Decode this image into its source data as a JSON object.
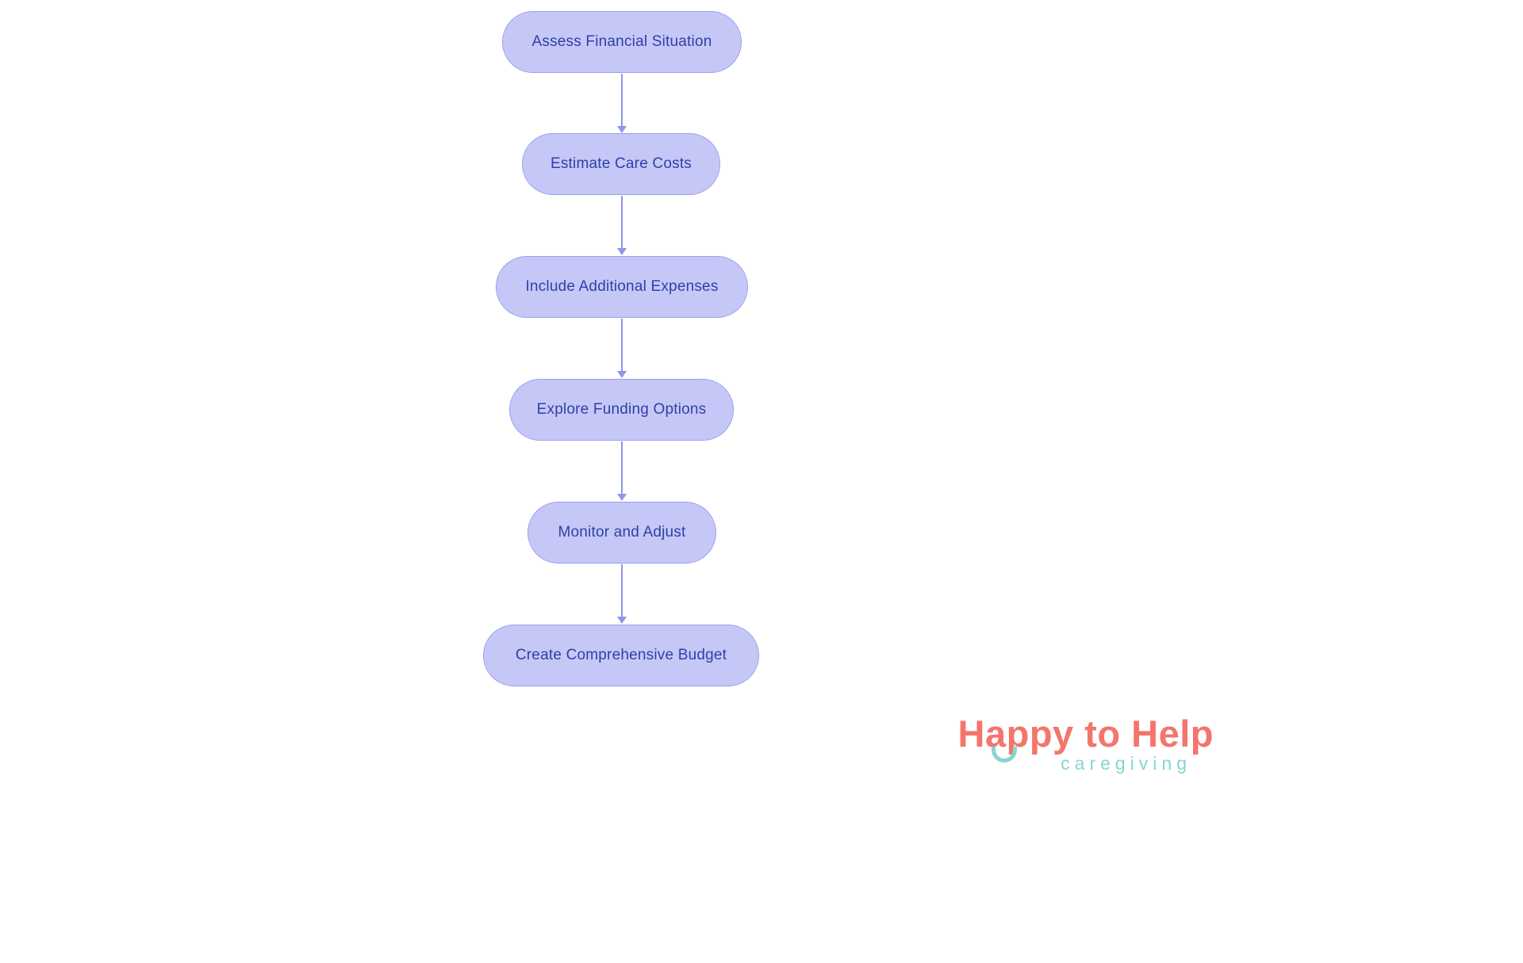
{
  "diagram": {
    "type": "flowchart",
    "direction": "top-down",
    "nodes": [
      {
        "label": "Assess Financial Situation"
      },
      {
        "label": "Estimate Care Costs"
      },
      {
        "label": "Include Additional Expenses"
      },
      {
        "label": "Explore Funding Options"
      },
      {
        "label": "Monitor and Adjust"
      },
      {
        "label": "Create Comprehensive Budget"
      }
    ],
    "edges": [
      {
        "from": 0,
        "to": 1
      },
      {
        "from": 1,
        "to": 2
      },
      {
        "from": 2,
        "to": 3
      },
      {
        "from": 3,
        "to": 4
      },
      {
        "from": 4,
        "to": 5
      }
    ],
    "colors": {
      "node_fill": "#c5c8f6",
      "node_border": "#9aa0ee",
      "node_text": "#3040a8",
      "arrow": "#8f95e9"
    }
  },
  "logo": {
    "title": "Happy to Help",
    "subtitle": "caregiving",
    "colors": {
      "title": "#f3756c",
      "subtitle": "#85d6cf"
    }
  }
}
